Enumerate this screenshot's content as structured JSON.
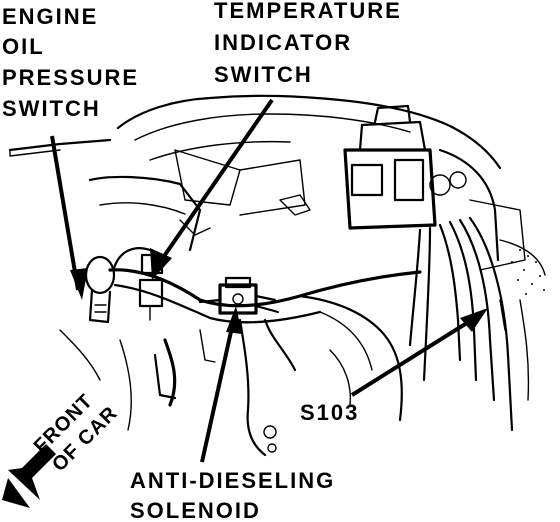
{
  "labels": {
    "engine_oil_pressure_switch": [
      "ENGINE",
      "OIL",
      "PRESSURE",
      "SWITCH"
    ],
    "temperature_indicator_switch": [
      "TEMPERATURE",
      "INDICATOR",
      "SWITCH"
    ],
    "s103": "S103",
    "anti_dieseling_solenoid": [
      "ANTI-DIESELING",
      "SOLENOID"
    ],
    "front_of_car": [
      "FRONT",
      "OF CAR"
    ]
  },
  "colors": {
    "ink": "#000000",
    "paper": "#ffffff"
  },
  "icons": {
    "front_direction": "arrow-down-left-icon"
  }
}
